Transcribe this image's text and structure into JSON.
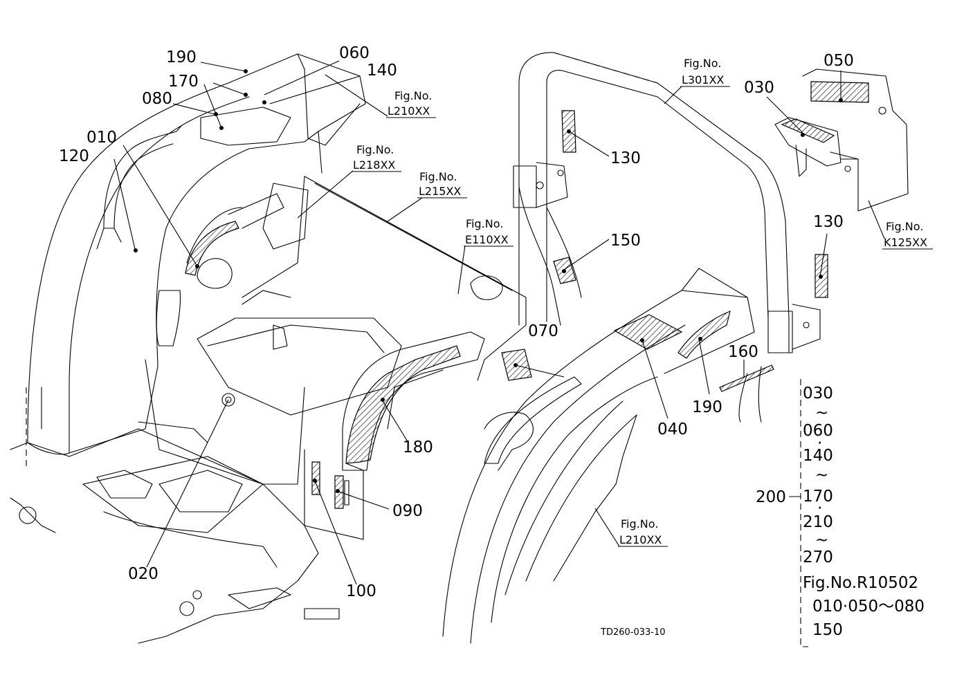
{
  "callouts": {
    "c190a": "190",
    "c060": "060",
    "c170": "170",
    "c140": "140",
    "c080": "080",
    "c010": "010",
    "c120": "120",
    "c020": "020",
    "c100": "100",
    "c090": "090",
    "c180": "180",
    "c070": "070",
    "c130a": "130",
    "c150": "150",
    "c050": "050",
    "c030": "030",
    "c130b": "130",
    "c040": "040",
    "c190b": "190",
    "c160": "160",
    "c200": "200"
  },
  "figure_refs": [
    {
      "label": "Fig.No.",
      "code": "L210XX"
    },
    {
      "label": "Fig.No.",
      "code": "L218XX"
    },
    {
      "label": "Fig.No.",
      "code": "L215XX"
    },
    {
      "label": "Fig.No.",
      "code": "E110XX"
    },
    {
      "label": "Fig.No.",
      "code": "L301XX"
    },
    {
      "label": "Fig.No.",
      "code": "K125XX"
    },
    {
      "label": "Fig.No.",
      "code": "L210XX"
    }
  ],
  "kit_list": {
    "items": [
      "030",
      "~",
      "060",
      "·",
      "140",
      "~",
      "170",
      "·",
      "210",
      "~",
      "270"
    ],
    "fig_ref": "Fig.No.R10502",
    "extra_line1": "010·050～080",
    "extra_line2": "150"
  },
  "drawing_number": "TD260-033-10"
}
